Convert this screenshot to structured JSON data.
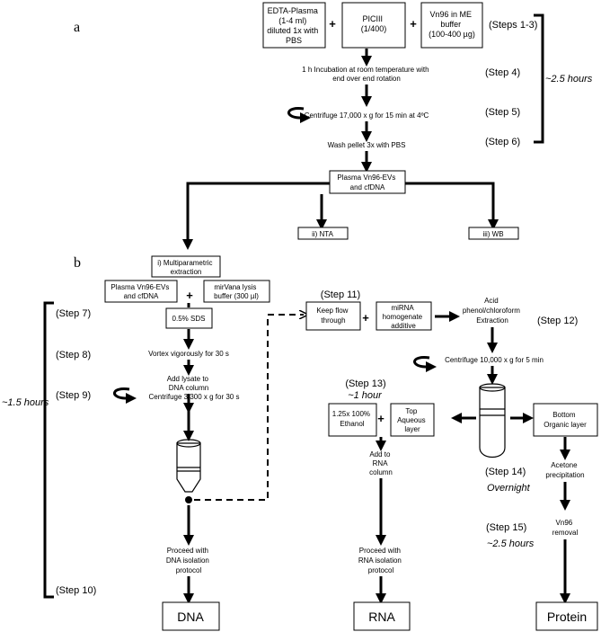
{
  "panels": {
    "a": "a",
    "b": "b"
  },
  "a": {
    "box_plasma": [
      "EDTA-Plasma",
      "(1-4 ml)",
      "diluted 1x with",
      "PBS"
    ],
    "box_piciii": [
      "PICIII",
      "(1/400)"
    ],
    "box_vn96": [
      "Vn96 in ME",
      "buffer",
      "(100-400 µg)"
    ],
    "plus": "+",
    "steps_1_3": "(Steps 1-3)",
    "incubation": [
      "1 h Incubation at room temperature with",
      "end over end rotation"
    ],
    "step4": "(Step 4)",
    "centrifuge": "Centrifuge 17,000 x g for 15 min at 4ºC",
    "step5": "(Step 5)",
    "wash": "Wash pellet 3x with PBS",
    "step6": "(Step 6)",
    "time": "~2.5 hours",
    "box_evs": [
      "Plasma Vn96-EVs",
      "and cfDNA"
    ],
    "box_nta": "ii) NTA",
    "box_wb": "iii) WB"
  },
  "b": {
    "box_multi": [
      "i) Multiparametric",
      "extraction"
    ],
    "box_evs": [
      "Plasma Vn96-EVs",
      "and cfDNA"
    ],
    "box_lysis": [
      "mirVana lysis",
      "buffer (300 µl)"
    ],
    "plus": "+",
    "time_left": "~1.5 hours",
    "step7": "(Step 7)",
    "box_sds": "0.5% SDS",
    "step8": "(Step 8)",
    "vortex": "Vortex vigorously for 30 s",
    "add_dna": [
      "Add lysate to",
      "DNA column"
    ],
    "step9": "(Step 9)",
    "centrifuge_dna": "Centrifuge 3,300 x g for 30 s",
    "step10": "(Step 10)",
    "proceed_dna": [
      "Proceed with",
      "DNA isolation",
      "protocol"
    ],
    "final_dna": "DNA",
    "step11": "(Step 11)",
    "box_flow": [
      "Keep flow",
      "through"
    ],
    "box_mirna": [
      "miRNA",
      "homogenate",
      "additive"
    ],
    "acid": [
      "Acid",
      "phenol/chloroform",
      "Extraction"
    ],
    "step12": "(Step 12)",
    "centrifuge_rna": "Centrifuge 10,000 x g for 5 min",
    "step13": "(Step 13)",
    "time_13": "~1 hour",
    "box_ethanol": [
      "1.25x 100%",
      "Ethanol"
    ],
    "box_aqueous": [
      "Top",
      "Aqueous",
      "layer"
    ],
    "add_rna": [
      "Add to",
      "RNA",
      "column"
    ],
    "proceed_rna": [
      "Proceed with",
      "RNA isolation",
      "protocol"
    ],
    "final_rna": "RNA",
    "box_organic": [
      "Bottom",
      "Organic layer"
    ],
    "step14": "(Step 14)",
    "acetone": [
      "Acetone",
      "precipitation"
    ],
    "overnight": "Overnight",
    "step15": "(Step 15)",
    "vn96_removal": [
      "Vn96",
      "removal"
    ],
    "time_15": "~2.5 hours",
    "final_protein": "Protein"
  }
}
